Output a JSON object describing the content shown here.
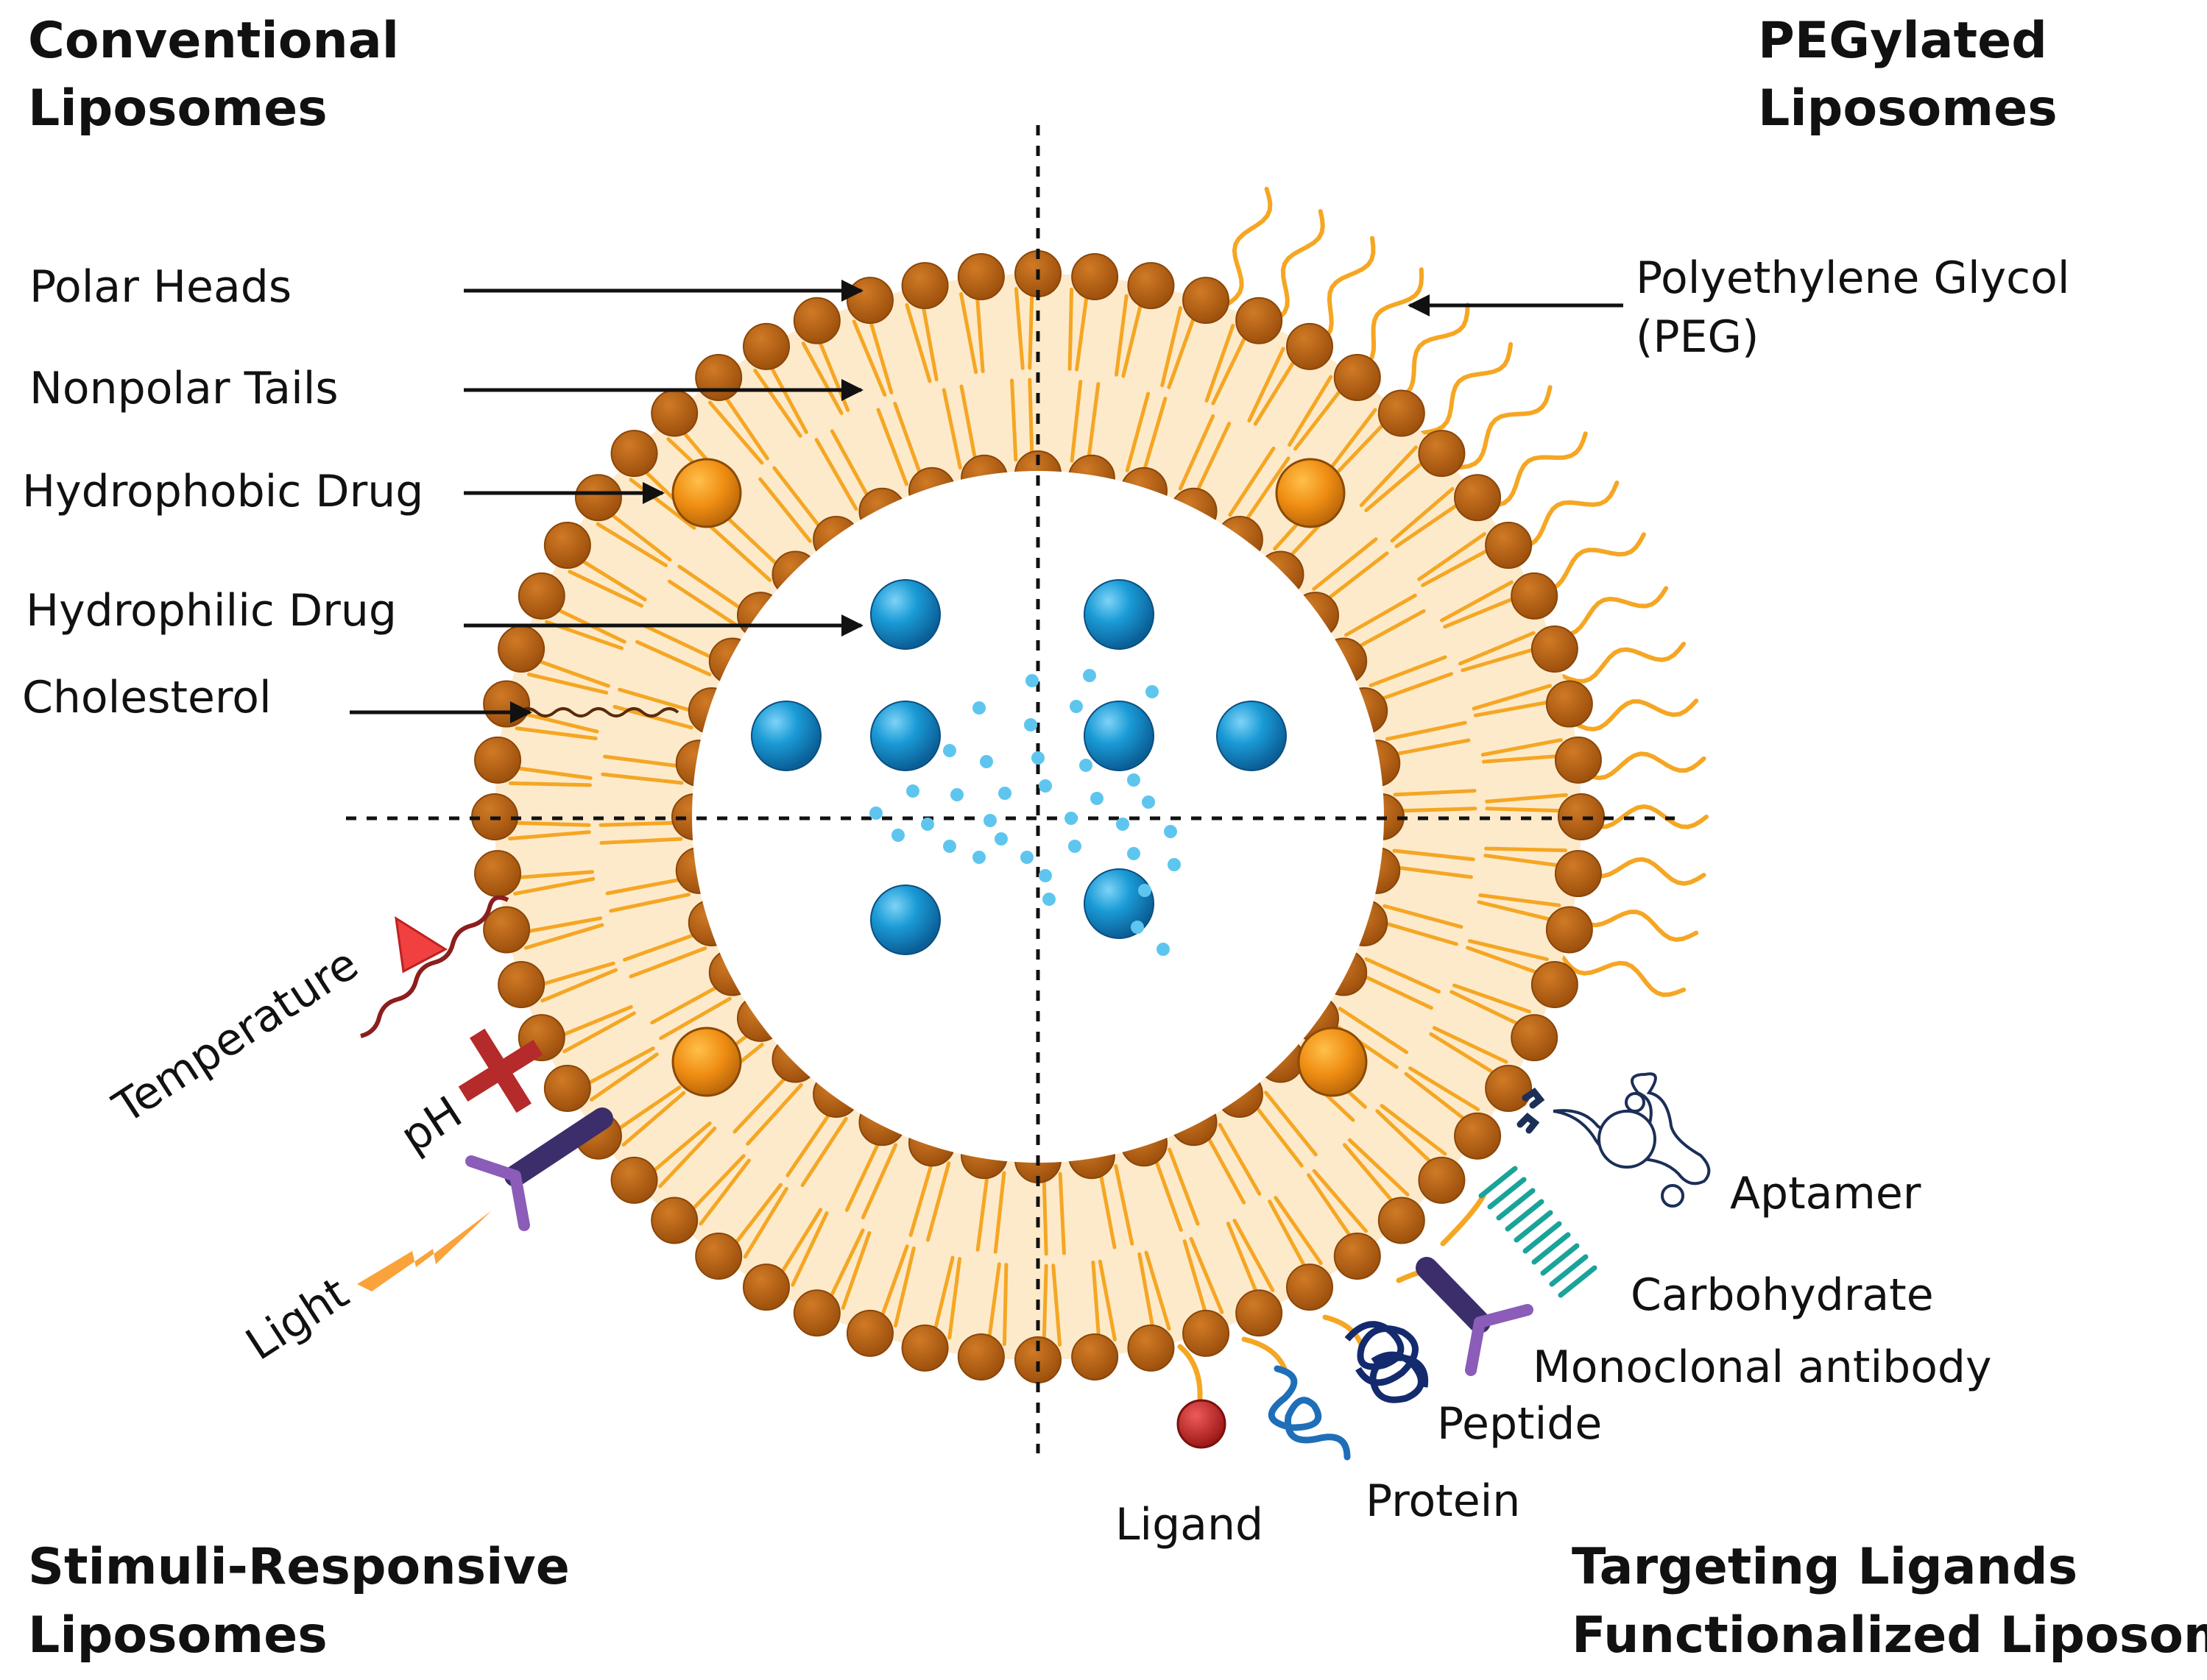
{
  "quadrants": {
    "top_left": [
      "Conventional",
      "Liposomes"
    ],
    "top_right": [
      "PEGylated",
      "Liposomes"
    ],
    "bottom_left": [
      "Stimuli-Responsive",
      "Liposomes"
    ],
    "bottom_right": [
      "Targeting Ligands",
      "Functionalized Liposomes"
    ]
  },
  "structure_labels": {
    "polar_heads": "Polar Heads",
    "nonpolar_tails": "Nonpolar Tails",
    "hydrophobic_drug": "Hydrophobic Drug",
    "hydrophilic_drug": "Hydrophilic Drug",
    "cholesterol": "Cholesterol",
    "peg": [
      "Polyethylene Glycol",
      "(PEG)"
    ]
  },
  "stimuli": {
    "temperature": "Temperature",
    "ph": "pH",
    "light": "Light"
  },
  "targeting": {
    "aptamer": "Aptamer",
    "carbohydrate": "Carbohydrate",
    "antibody": "Monoclonal antibody",
    "peptide": "Peptide",
    "protein": "Protein",
    "ligand": "Ligand"
  },
  "colors": {
    "head": "#b35e10",
    "head_stroke": "#8a4608",
    "tail": "#f5a623",
    "membrane_fill": "#fdeacb",
    "hydrophilic_drug": "#1a8fc9",
    "hydrophobic_drug": "#ef8d12",
    "temperature": "#f04040",
    "ph": "#b52a2a",
    "light": "#f9a33a",
    "antibody": "#3c2e6b",
    "antibody_tip": "#8b5cb8",
    "peptide": "#142a6e",
    "protein": "#1f6fb8",
    "ligand": "#c62828",
    "carbohydrate": "#1aa39a",
    "aptamer": "#1b2f57"
  }
}
